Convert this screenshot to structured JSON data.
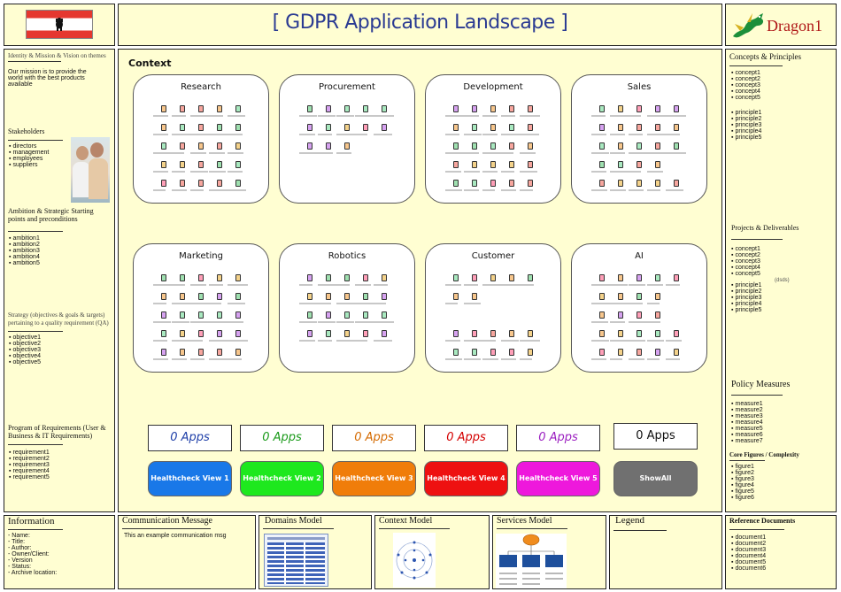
{
  "header": {
    "title": "[ GDPR Application Landscape ]",
    "logo_text": "Dragon1"
  },
  "left": {
    "identity": {
      "title": "Identity & Mission & Vision on themes",
      "text": "Our mission is to provide the world with the best products available"
    },
    "stakeholders": {
      "title": "Stakeholders",
      "items": [
        "directors",
        "management",
        "employees",
        "suppliers"
      ]
    },
    "ambition": {
      "title": "Ambition & Strategic Starting points and preconditions",
      "items": [
        "ambition1",
        "ambition2",
        "ambition3",
        "ambition4",
        "ambition5"
      ]
    },
    "strategy": {
      "title": "Strategy (objectives & goals & targets) pertaining to a quality requirement (QA)",
      "items": [
        "objective1",
        "objective2",
        "objective3",
        "objective4",
        "objective5"
      ]
    },
    "requirements": {
      "title": "Program of Requirements (User & Business & IT Requirements)",
      "items": [
        "requirement1",
        "requirement2",
        "requirement3",
        "requirement4",
        "requirement5"
      ]
    }
  },
  "right": {
    "concepts": {
      "title": "Concepts & Principles",
      "concepts": [
        "concept1",
        "concept2",
        "concept3",
        "concept4",
        "concept5"
      ],
      "principles": [
        "principle1",
        "principle2",
        "principle3",
        "principle4",
        "principle5"
      ]
    },
    "projects": {
      "title": "Projects & Deliverables",
      "concepts": [
        "concept1",
        "concept2",
        "concept3",
        "concept4",
        "concept5"
      ],
      "principles": [
        "principle1",
        "principle2",
        "principle3",
        "principle4",
        "principle5"
      ],
      "note": "(dsds)"
    },
    "policy": {
      "title": "Policy Measures",
      "items": [
        "measure1",
        "measure2",
        "measure3",
        "measure4",
        "measure5",
        "measure6",
        "measure7"
      ]
    },
    "core": {
      "title": "Core Figures / Complexity",
      "items": [
        "figure1",
        "figure2",
        "figure3",
        "figure4",
        "figure5",
        "figure6"
      ]
    }
  },
  "main": {
    "context_label": "Context",
    "domains": [
      {
        "name": "Research"
      },
      {
        "name": "Procurement"
      },
      {
        "name": "Development"
      },
      {
        "name": "Sales"
      },
      {
        "name": "Marketing"
      },
      {
        "name": "Robotics"
      },
      {
        "name": "Customer"
      },
      {
        "name": "AI"
      }
    ],
    "counts": [
      {
        "label": "0 Apps",
        "color": "#1f3fa8"
      },
      {
        "label": "0 Apps",
        "color": "#1a9a1a"
      },
      {
        "label": "0 Apps",
        "color": "#d46a00"
      },
      {
        "label": "0 Apps",
        "color": "#d40000"
      },
      {
        "label": "0 Apps",
        "color": "#9b1fc0"
      },
      {
        "label": "0 Apps",
        "color": "#111111"
      }
    ],
    "buttons": [
      {
        "label": "Healthcheck View 1",
        "color": "#1978e8"
      },
      {
        "label": "Healthcheck View 2",
        "color": "#1ee81e"
      },
      {
        "label": "Healthcheck View 3",
        "color": "#f07d0a"
      },
      {
        "label": "Healthcheck View 4",
        "color": "#ee1111"
      },
      {
        "label": "Healthcheck View 5",
        "color": "#ee18dc"
      },
      {
        "label": "ShowAll",
        "color": "#707070"
      }
    ]
  },
  "bottom": {
    "information": {
      "title": "Information",
      "lines": [
        "- Name:",
        "- Title:",
        "- Author:",
        "- Owner/Client:",
        "- Version",
        "- Status:",
        "- Archive location:"
      ]
    },
    "communication": {
      "title": "Communication Message",
      "text": "This an example communication msg"
    },
    "domains_model": {
      "title": "Domains Model"
    },
    "context_model": {
      "title": "Context Model"
    },
    "services_model": {
      "title": "Services Model"
    },
    "legend": {
      "title": "Legend"
    },
    "references": {
      "title": "Reference Documents",
      "items": [
        "document1",
        "document2",
        "document3",
        "document4",
        "document5",
        "document6"
      ]
    }
  }
}
